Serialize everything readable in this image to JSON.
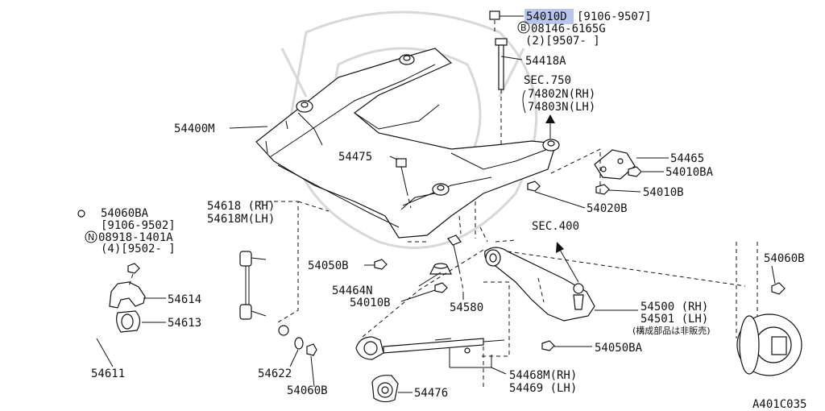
{
  "highlight_color": "#b8c6ee",
  "labels": {
    "p54010d": "54010D",
    "p54010d_range": "[9106-9507]",
    "p_b_circle": "B",
    "p08146": "08146-6165G",
    "p08146_sub": "(2)[9507-    ]",
    "p54418a": "54418A",
    "sec750": "SEC.750",
    "p74802n": "74802N(RH)",
    "p74803n": "74803N(LH)",
    "p54400m": "54400M",
    "p54475": "54475",
    "p54465": "54465",
    "p54010ba": "54010BA",
    "p54010b_a": "54010B",
    "p54020b": "54020B",
    "p54060ba": "54060BA",
    "p54060ba_range": "[9106-9502]",
    "p_n_circle": "N",
    "p08918": "08918-1401A",
    "p08918_sub": "(4)[9502-    ]",
    "p54618": "54618 (RH)",
    "p54618m": "54618M(LH)",
    "sec400": "SEC.400",
    "p54060b_r": "54060B",
    "p54050b": "54050B",
    "p54464n": "54464N",
    "p54010b_b": "54010B",
    "p54580": "54580",
    "p54614": "54614",
    "p54613": "54613",
    "p54500": "54500 (RH)",
    "p54501": "54501 (LH)",
    "p_note": "(構成部品は非販売)",
    "p54050ba": "54050BA",
    "p54611": "54611",
    "p54622": "54622",
    "p54060b_b": "54060B",
    "p54468m": "54468M(RH)",
    "p54469": "54469 (LH)",
    "p54476": "54476",
    "figure_code": "A401C035"
  }
}
